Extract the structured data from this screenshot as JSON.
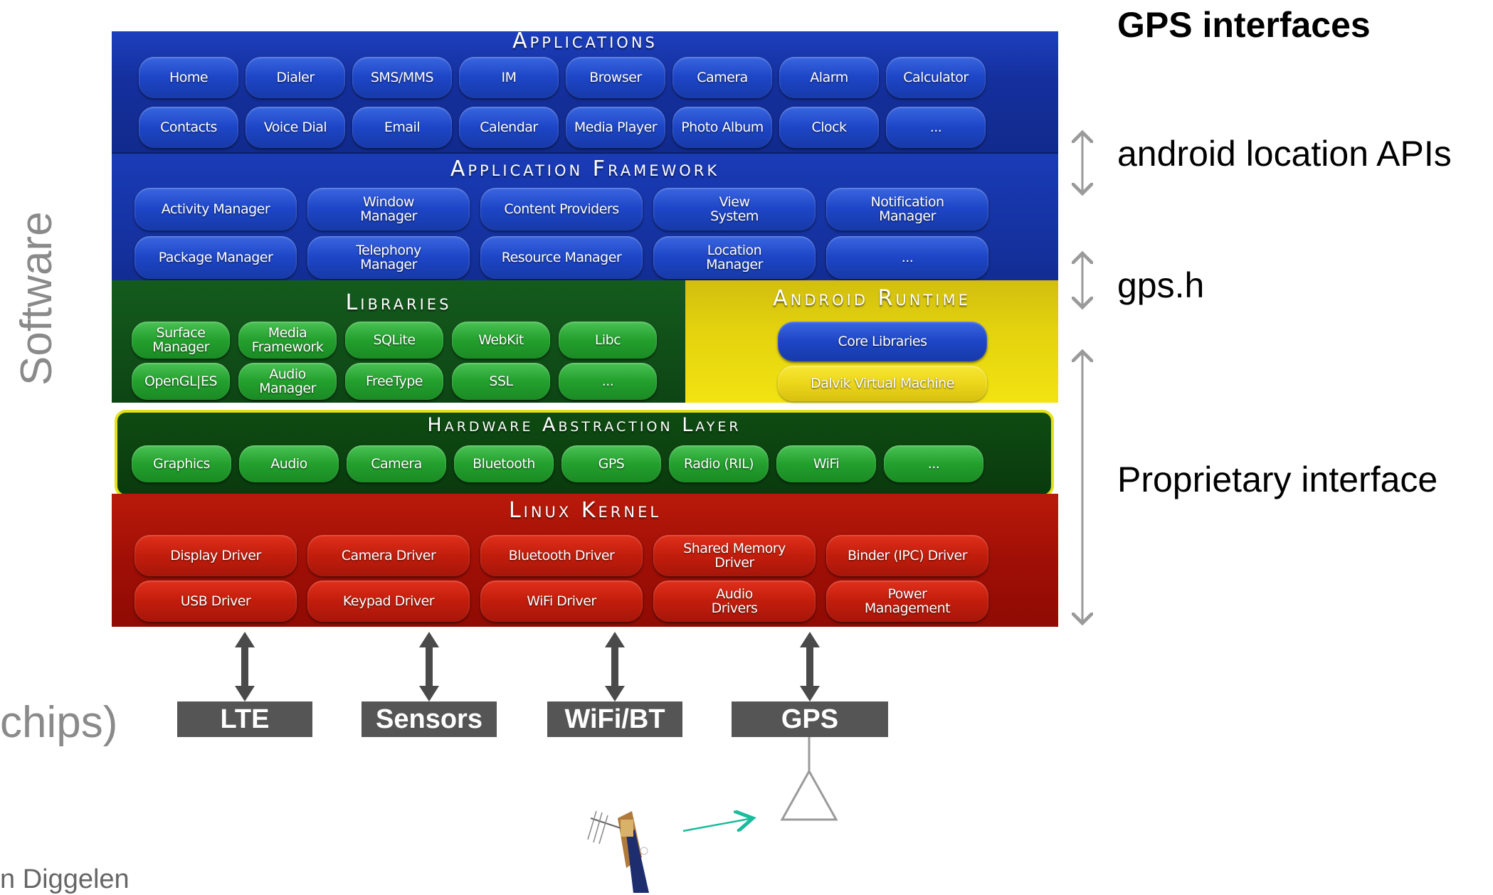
{
  "diagram": {
    "applications": {
      "title": "Applications",
      "row1": [
        "Home",
        "Dialer",
        "SMS/MMS",
        "IM",
        "Browser",
        "Camera",
        "Alarm",
        "Calculator"
      ],
      "row2": [
        "Contacts",
        "Voice Dial",
        "Email",
        "Calendar",
        "Media Player",
        "Photo Album",
        "Clock",
        "..."
      ]
    },
    "framework": {
      "title": "Application Framework",
      "row1": [
        "Activity Manager",
        "Window\nManager",
        "Content Providers",
        "View\nSystem",
        "Notification\nManager"
      ],
      "row2": [
        "Package Manager",
        "Telephony\nManager",
        "Resource Manager",
        "Location\nManager",
        "..."
      ]
    },
    "libraries": {
      "title": "Libraries",
      "row1": [
        "Surface\nManager",
        "Media\nFramework",
        "SQLite",
        "WebKit",
        "Libc"
      ],
      "row2": [
        "OpenGL|ES",
        "Audio\nManager",
        "FreeType",
        "SSL",
        "..."
      ]
    },
    "runtime": {
      "title": "Android Runtime",
      "items": [
        "Core Libraries",
        "Dalvik Virtual Machine"
      ]
    },
    "hal": {
      "title": "Hardware Abstraction Layer",
      "items": [
        "Graphics",
        "Audio",
        "Camera",
        "Bluetooth",
        "GPS",
        "Radio (RIL)",
        "WiFi",
        "..."
      ]
    },
    "kernel": {
      "title": "Linux Kernel",
      "row1": [
        "Display Driver",
        "Camera Driver",
        "Bluetooth Driver",
        "Shared Memory\nDriver",
        "Binder (IPC) Driver"
      ],
      "row2": [
        "USB Driver",
        "Keypad Driver",
        "WiFi Driver",
        "Audio\nDrivers",
        "Power\nManagement"
      ]
    }
  },
  "annotations": {
    "title": "GPS interfaces",
    "location_apis": "android location APIs",
    "gps_h": "gps.h",
    "proprietary": "Proprietary interface"
  },
  "side_labels": {
    "software": "Software",
    "chips": "chips)",
    "author": "n Diggelen"
  },
  "chips": [
    "LTE",
    "Sensors",
    "WiFi/BT",
    "GPS"
  ],
  "colors": {
    "applications": "#15309d",
    "libraries": "#0d4514",
    "runtime": "#e3d20e",
    "hal_border": "#e6e01a",
    "kernel": "#a00f06",
    "chip": "#555555",
    "signal_arrow": "#1abc9c",
    "annotation_arrow": "#9a9a9a"
  }
}
